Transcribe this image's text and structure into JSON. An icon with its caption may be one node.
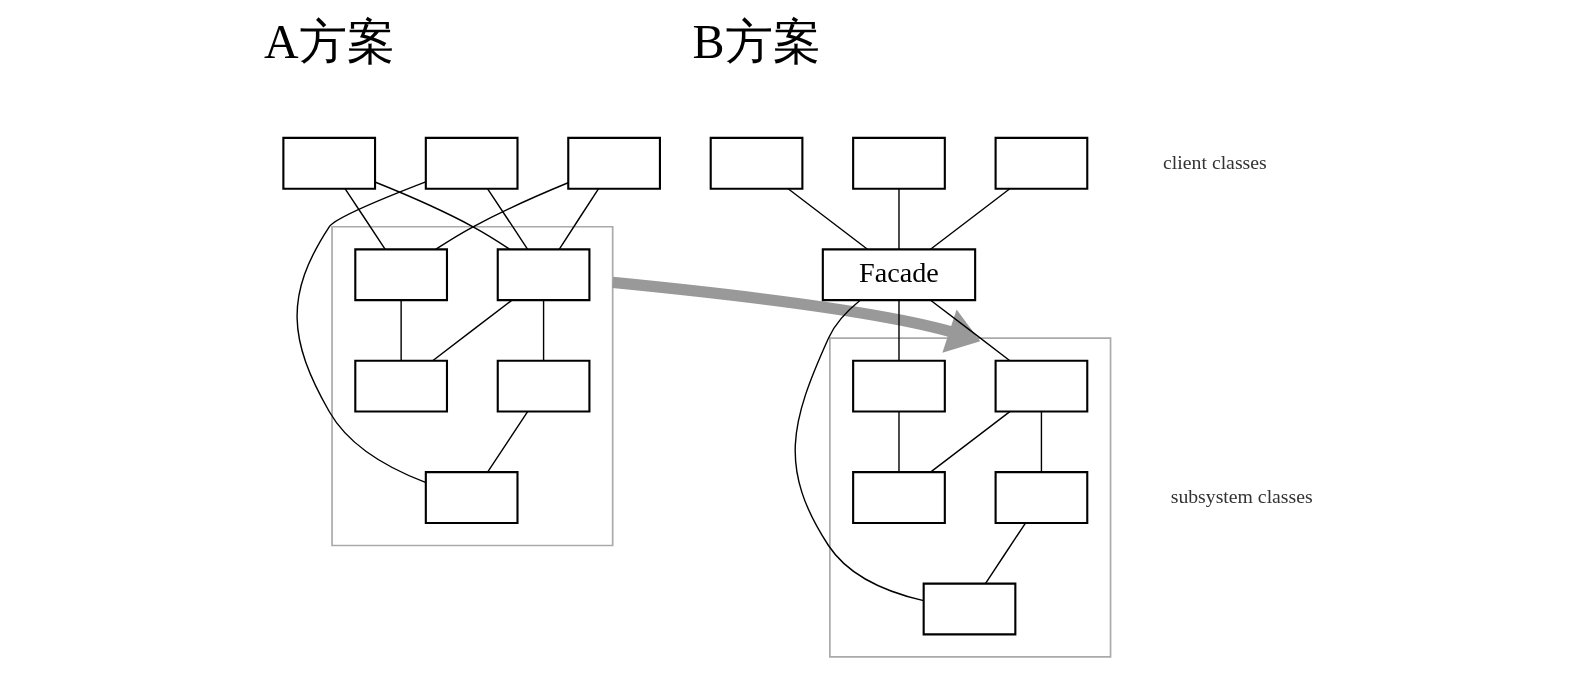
{
  "diagram": {
    "nodes": [
      {
        "text": [],
        "shape": "box"
      },
      {
        "text": [],
        "shape": "box"
      },
      {
        "text": [],
        "shape": "box"
      },
      {
        "text": [],
        "shape": "box"
      },
      {
        "text": [],
        "shape": "box",
        "in": 3
      },
      {
        "text": [],
        "shape": "box",
        "in": 3
      },
      {
        "text": [],
        "shape": "box",
        "in": 3
      },
      {
        "text": [],
        "shape": "box",
        "in": 3
      },
      {
        "text": [],
        "shape": "box",
        "in": 3
      },
      {
        "text": [],
        "shape": "box"
      },
      {
        "text": [],
        "shape": "box"
      },
      {
        "text": [],
        "shape": "box"
      },
      {
        "text": [
          "Facade"
        ]
      },
      {
        "text": [],
        "shape": "box"
      },
      {
        "text": [],
        "shape": "box",
        "in": 13
      },
      {
        "text": [],
        "shape": "box",
        "in": 13
      },
      {
        "text": [],
        "shape": "box",
        "in": 13
      },
      {
        "text": [],
        "shape": "box",
        "in": 13
      },
      {
        "text": [],
        "shape": "box",
        "in": 13
      }
    ],
    "edges": [
      {
        "from": 0,
        "to": 4,
        "arrow": "none"
      },
      {
        "from": 0,
        "to": 5,
        "arrow": "none"
      },
      {
        "from": 1,
        "to": 4,
        "arrow": "none"
      },
      {
        "from": 1,
        "to": 8,
        "arrow": "none"
      },
      {
        "from": 2,
        "to": 4,
        "arrow": "none"
      },
      {
        "from": 2,
        "to": 5,
        "arrow": "none"
      },
      {
        "from": 4,
        "to": 7,
        "arrow": "none"
      },
      {
        "from": 4,
        "to": 6,
        "arrow": "none"
      },
      {
        "from": 5,
        "to": 7,
        "arrow": "none"
      },
      {
        "from": 6,
        "to": 8,
        "arrow": "none"
      },
      {
        "from": 3,
        "to": 13,
        "arrow": "to",
        "style": "thick",
        "color": "#999999"
      },
      {
        "from": 9,
        "to": 12,
        "arrow": "none"
      },
      {
        "from": 10,
        "to": 12,
        "arrow": "none"
      },
      {
        "from": 11,
        "to": 12,
        "arrow": "none"
      },
      {
        "from": 12,
        "to": 14,
        "arrow": "none"
      },
      {
        "from": 12,
        "to": 15,
        "arrow": "none"
      },
      {
        "from": 12,
        "to": 18,
        "arrow": "none"
      },
      {
        "from": 14,
        "to": 17,
        "arrow": "none"
      },
      {
        "from": 14,
        "to": 16,
        "arrow": "none"
      },
      {
        "from": 15,
        "to": 17,
        "arrow": "none"
      },
      {
        "from": 16,
        "to": 18,
        "arrow": "none"
      }
    ],
    "labels": [
      "A方案",
      "B方案",
      "client classes",
      "subsystem classes"
    ]
  }
}
